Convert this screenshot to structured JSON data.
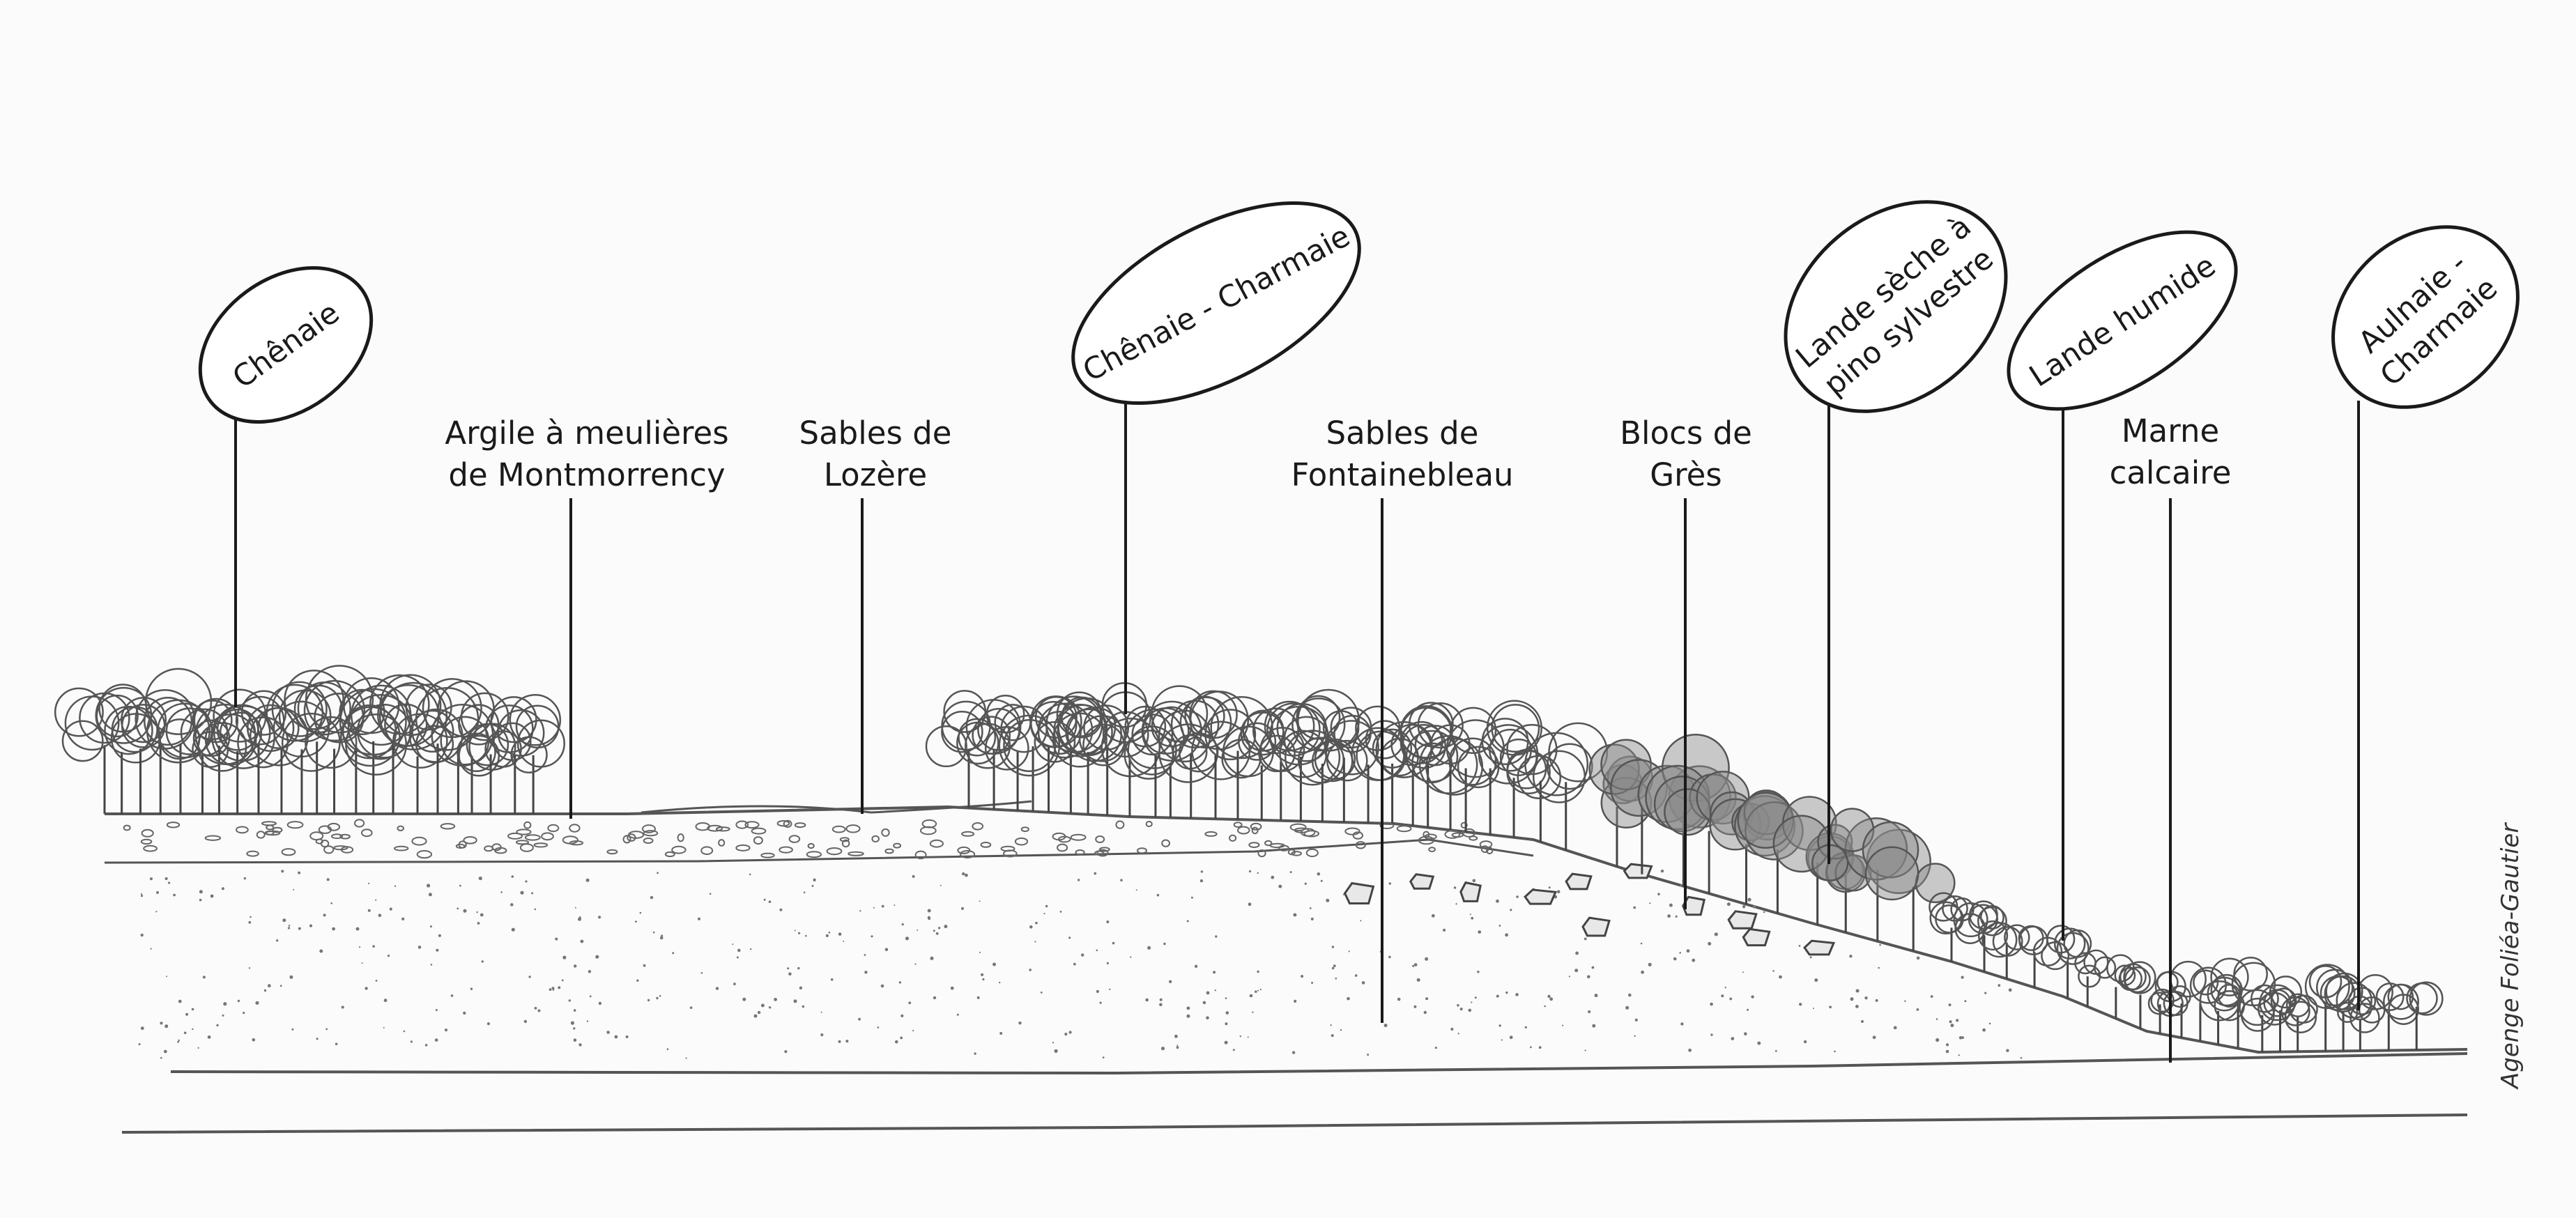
{
  "vegetation": [
    {
      "id": "chenaie",
      "lines": [
        "Chênaie"
      ]
    },
    {
      "id": "chenaie-charmaie",
      "lines": [
        "Chênaie - Charmaie"
      ]
    },
    {
      "id": "lande-seche",
      "lines": [
        "Lande sèche à",
        "pino sylvestre"
      ]
    },
    {
      "id": "lande-humide",
      "lines": [
        "Lande humide"
      ]
    },
    {
      "id": "aulnaie-charmaie",
      "lines": [
        "Aulnaie -",
        "Charmaie"
      ]
    }
  ],
  "geology": [
    {
      "id": "argile",
      "lines": [
        "Argile à meulières",
        "de Montmorrency"
      ]
    },
    {
      "id": "sables-lozere",
      "lines": [
        "Sables de",
        "Lozère"
      ]
    },
    {
      "id": "sables-fontainebleau",
      "lines": [
        "Sables de",
        "Fontainebleau"
      ]
    },
    {
      "id": "blocs-gres",
      "lines": [
        "Blocs de",
        "Grès"
      ]
    },
    {
      "id": "marne",
      "lines": [
        "Marne",
        "calcaire"
      ]
    }
  ],
  "credit": "Agenge Foliéa-Gautier",
  "colors": {
    "ink": "#1a1a1a",
    "pencil": "#555555",
    "background": "#fbfbfb"
  }
}
